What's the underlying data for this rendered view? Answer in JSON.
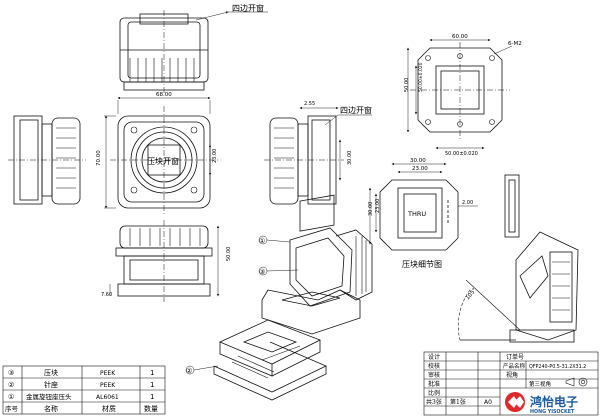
{
  "annotations": {
    "window_top": "四边开窗",
    "window_right": "四边开窗",
    "pressblock_window": "压块开窗",
    "thru": "THRU",
    "pressblock_detail": "压块细节图",
    "ref1": "①",
    "ref2": "②",
    "ref3": "③"
  },
  "dimensions": {
    "top_width": "60.00",
    "thread": "6-M2",
    "side_left": "50.00",
    "side_left_tol": "50.00±0.020",
    "bottom_width": "50.00±0.020",
    "front_width": "68.00",
    "front_height": "70.00",
    "front_inner": "23.00",
    "side_top": "2.55",
    "side_height": "30.00",
    "detail_w1": "30.00",
    "detail_w2": "23.00",
    "detail_h1": "30.00",
    "detail_h2": "23.00",
    "detail_gap": "2.00",
    "elev_height": "50.00",
    "elev_base": "7.60",
    "angle": "105°"
  },
  "bom": {
    "rows": [
      {
        "no": "③",
        "name": "压块",
        "material": "PEEK",
        "qty": "1"
      },
      {
        "no": "②",
        "name": "针座",
        "material": "PEEK",
        "qty": "1"
      },
      {
        "no": "①",
        "name": "金属旋钮座压头",
        "material": "AL6061",
        "qty": "1"
      }
    ],
    "header": {
      "no": "序号",
      "name": "名称",
      "material": "材质",
      "qty": "数量"
    }
  },
  "title_block": {
    "design": "设计",
    "check": "校核",
    "audit": "审核",
    "approve": "批准",
    "order_no_label": "订单号",
    "product_name_label": "产品名称",
    "product_name": "QFP240-P0.5-31.2X31.2",
    "view_label": "视角",
    "view_value": "第三视角",
    "scale_label": "比例",
    "sheets_label": "共3张",
    "sheet_label": "第1张",
    "size_label": "A0",
    "logo_cn": "鸿怡电子",
    "logo_en": "HONG YISOCKET"
  },
  "colors": {
    "brand_red": "#e3262b",
    "brand_blue": "#1d5aa6"
  }
}
